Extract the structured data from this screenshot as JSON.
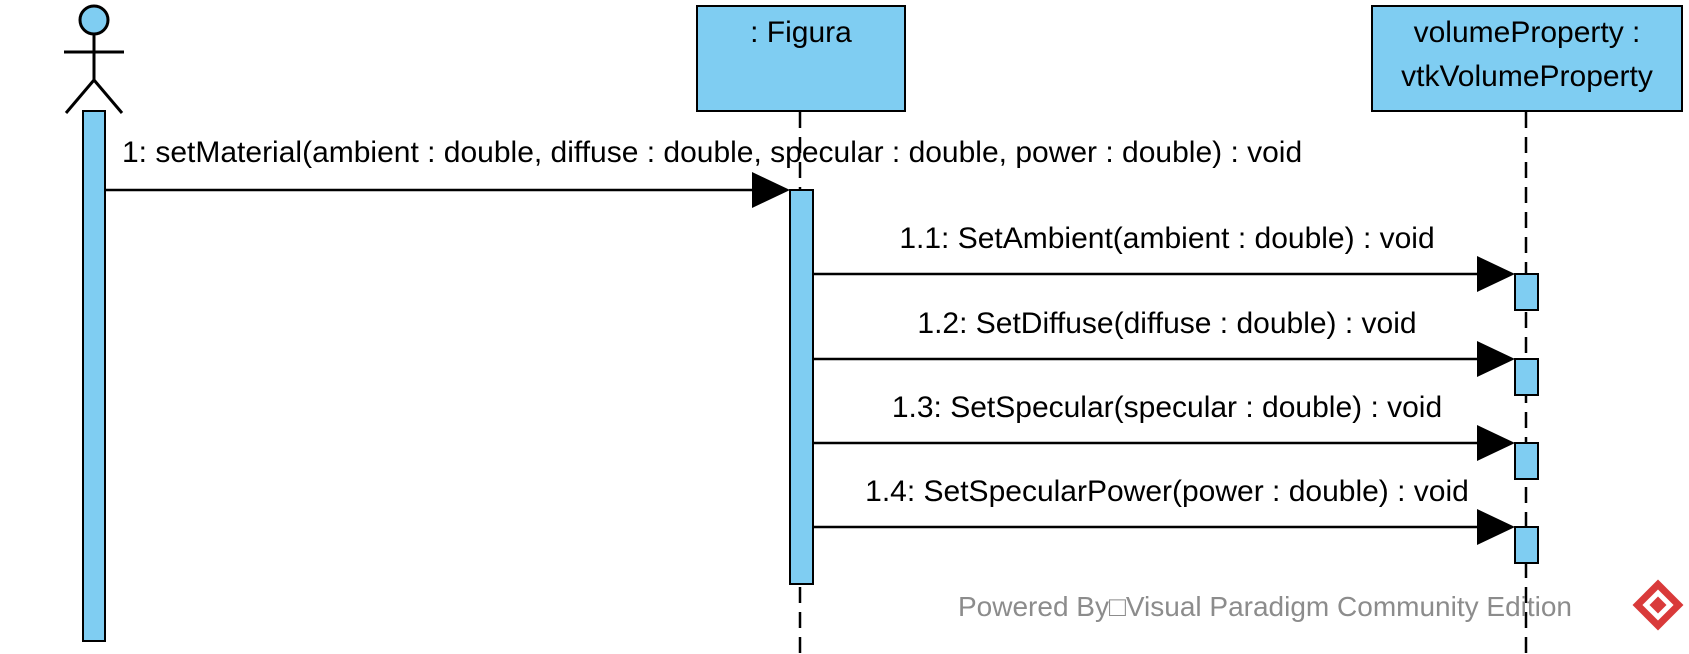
{
  "diagram": {
    "title": "",
    "colors": {
      "fill": "#7fcdf2",
      "stroke": "#000000",
      "watermark_text": "#8c8c8c",
      "logo_red": "#d93a3a"
    },
    "actor": {
      "name": ""
    },
    "lifelines": [
      {
        "lines": [
          ": Figura"
        ]
      },
      {
        "lines": [
          "volumeProperty :",
          "vtkVolumeProperty"
        ]
      }
    ],
    "messages": [
      {
        "label": "1: setMaterial(ambient : double, diffuse : double, specular : double, power : double) : void"
      },
      {
        "label": "1.1: SetAmbient(ambient : double) : void"
      },
      {
        "label": "1.2: SetDiffuse(diffuse : double) : void"
      },
      {
        "label": "1.3: SetSpecular(specular : double) : void"
      },
      {
        "label": "1.4: SetSpecularPower(power : double) : void"
      }
    ],
    "watermark": {
      "text": "Powered By□Visual Paradigm Community Edition",
      "logo_icon": "visual-paradigm-logo-icon"
    }
  }
}
